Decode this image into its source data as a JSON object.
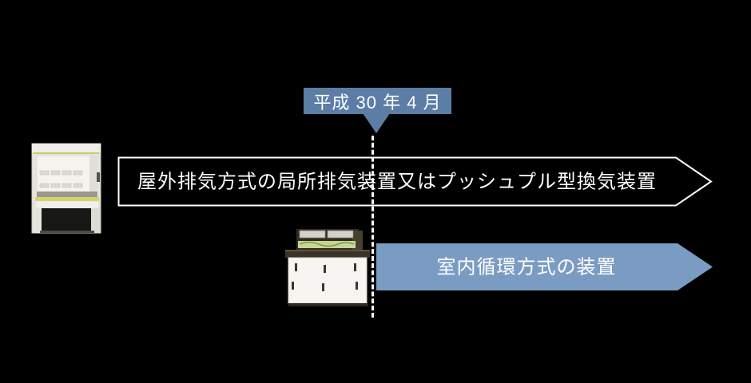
{
  "colors": {
    "background": "#000000",
    "callout_blue": "#5b7da6",
    "band_blue": "#7b9cc2",
    "outline_white": "#ffffff",
    "text_white": "#ffffff"
  },
  "callout": {
    "date_label": "平成 30 年 4 月"
  },
  "divider": {
    "style": "vertical-dashed-line"
  },
  "bands": [
    {
      "id": "outdoor-exhaust",
      "label": "屋外排気方式の局所排気装置又はプッシュプル型換気装置",
      "fill": "#000000",
      "outline": "#ffffff"
    },
    {
      "id": "indoor-circulation",
      "label": "室内循環方式の装置",
      "fill": "#7b9cc2",
      "outline": "none"
    }
  ],
  "images": [
    {
      "id": "fume-hood-photo"
    },
    {
      "id": "benchtop-circulation-device-photo"
    }
  ]
}
